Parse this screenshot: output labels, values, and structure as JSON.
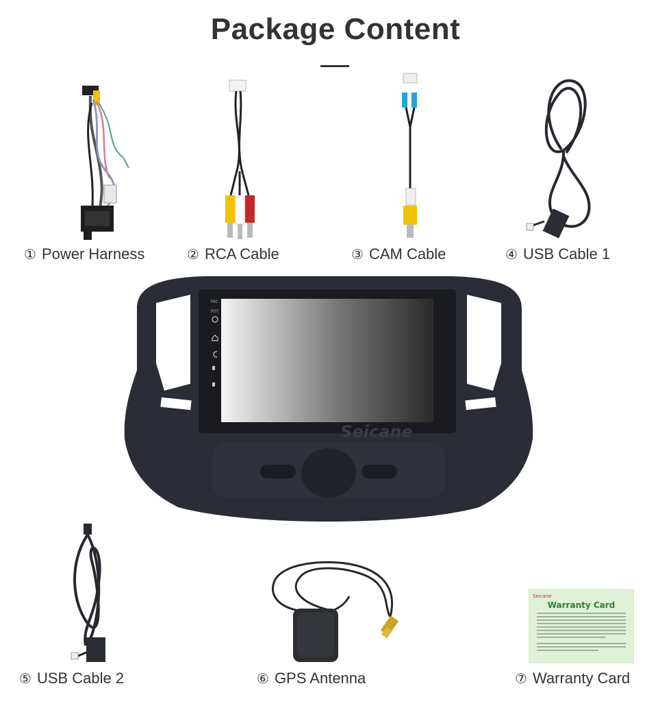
{
  "title": "Package Content",
  "items": [
    {
      "num": "①",
      "label": "Power Harness"
    },
    {
      "num": "②",
      "label": "RCA Cable"
    },
    {
      "num": "③",
      "label": "CAM Cable"
    },
    {
      "num": "④",
      "label": "USB Cable 1"
    },
    {
      "num": "⑤",
      "label": "USB Cable 2"
    },
    {
      "num": "⑥",
      "label": "GPS Antenna"
    },
    {
      "num": "⑦",
      "label": "Warranty Card"
    }
  ],
  "unit": {
    "brand": "Seicane",
    "side_labels": [
      "MIC",
      "RST"
    ]
  },
  "warranty_card": {
    "brand": "Seicane",
    "title": "Warranty Card"
  },
  "colors": {
    "text": "#333333",
    "bezel": "#2a2c36",
    "card_title": "#2e7d32",
    "card_brand": "#d32f2f",
    "rca_yellow": "#f2c200",
    "rca_red": "#c62828",
    "cam_blue": "#29a3d6"
  }
}
